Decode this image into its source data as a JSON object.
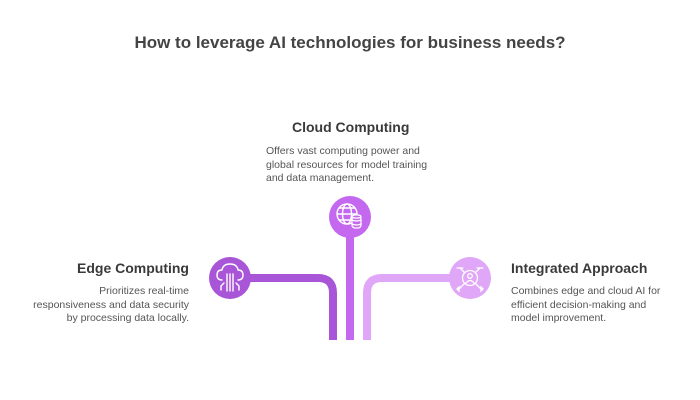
{
  "title": "How to leverage AI technologies for business needs?",
  "colors": {
    "edge": "#a855d8",
    "cloud": "#c468ef",
    "integrated": "#e0a6f7",
    "title_text": "#444444",
    "body_text": "#555555"
  },
  "nodes": [
    {
      "id": "cloud",
      "heading": "Cloud Computing",
      "description_lines": [
        "Offers vast computing power and",
        "global resources for model training",
        "and data management."
      ],
      "icon": "globe-database-icon"
    },
    {
      "id": "edge",
      "heading": "Edge Computing",
      "description_lines": [
        "Prioritizes real-time",
        "responsiveness and data security",
        "by processing data locally."
      ],
      "icon": "cloud-circuit-icon"
    },
    {
      "id": "integrated",
      "heading": "Integrated Approach",
      "description_lines": [
        "Combines edge and cloud AI for",
        "efficient decision-making and",
        "model improvement."
      ],
      "icon": "user-network-icon"
    }
  ]
}
